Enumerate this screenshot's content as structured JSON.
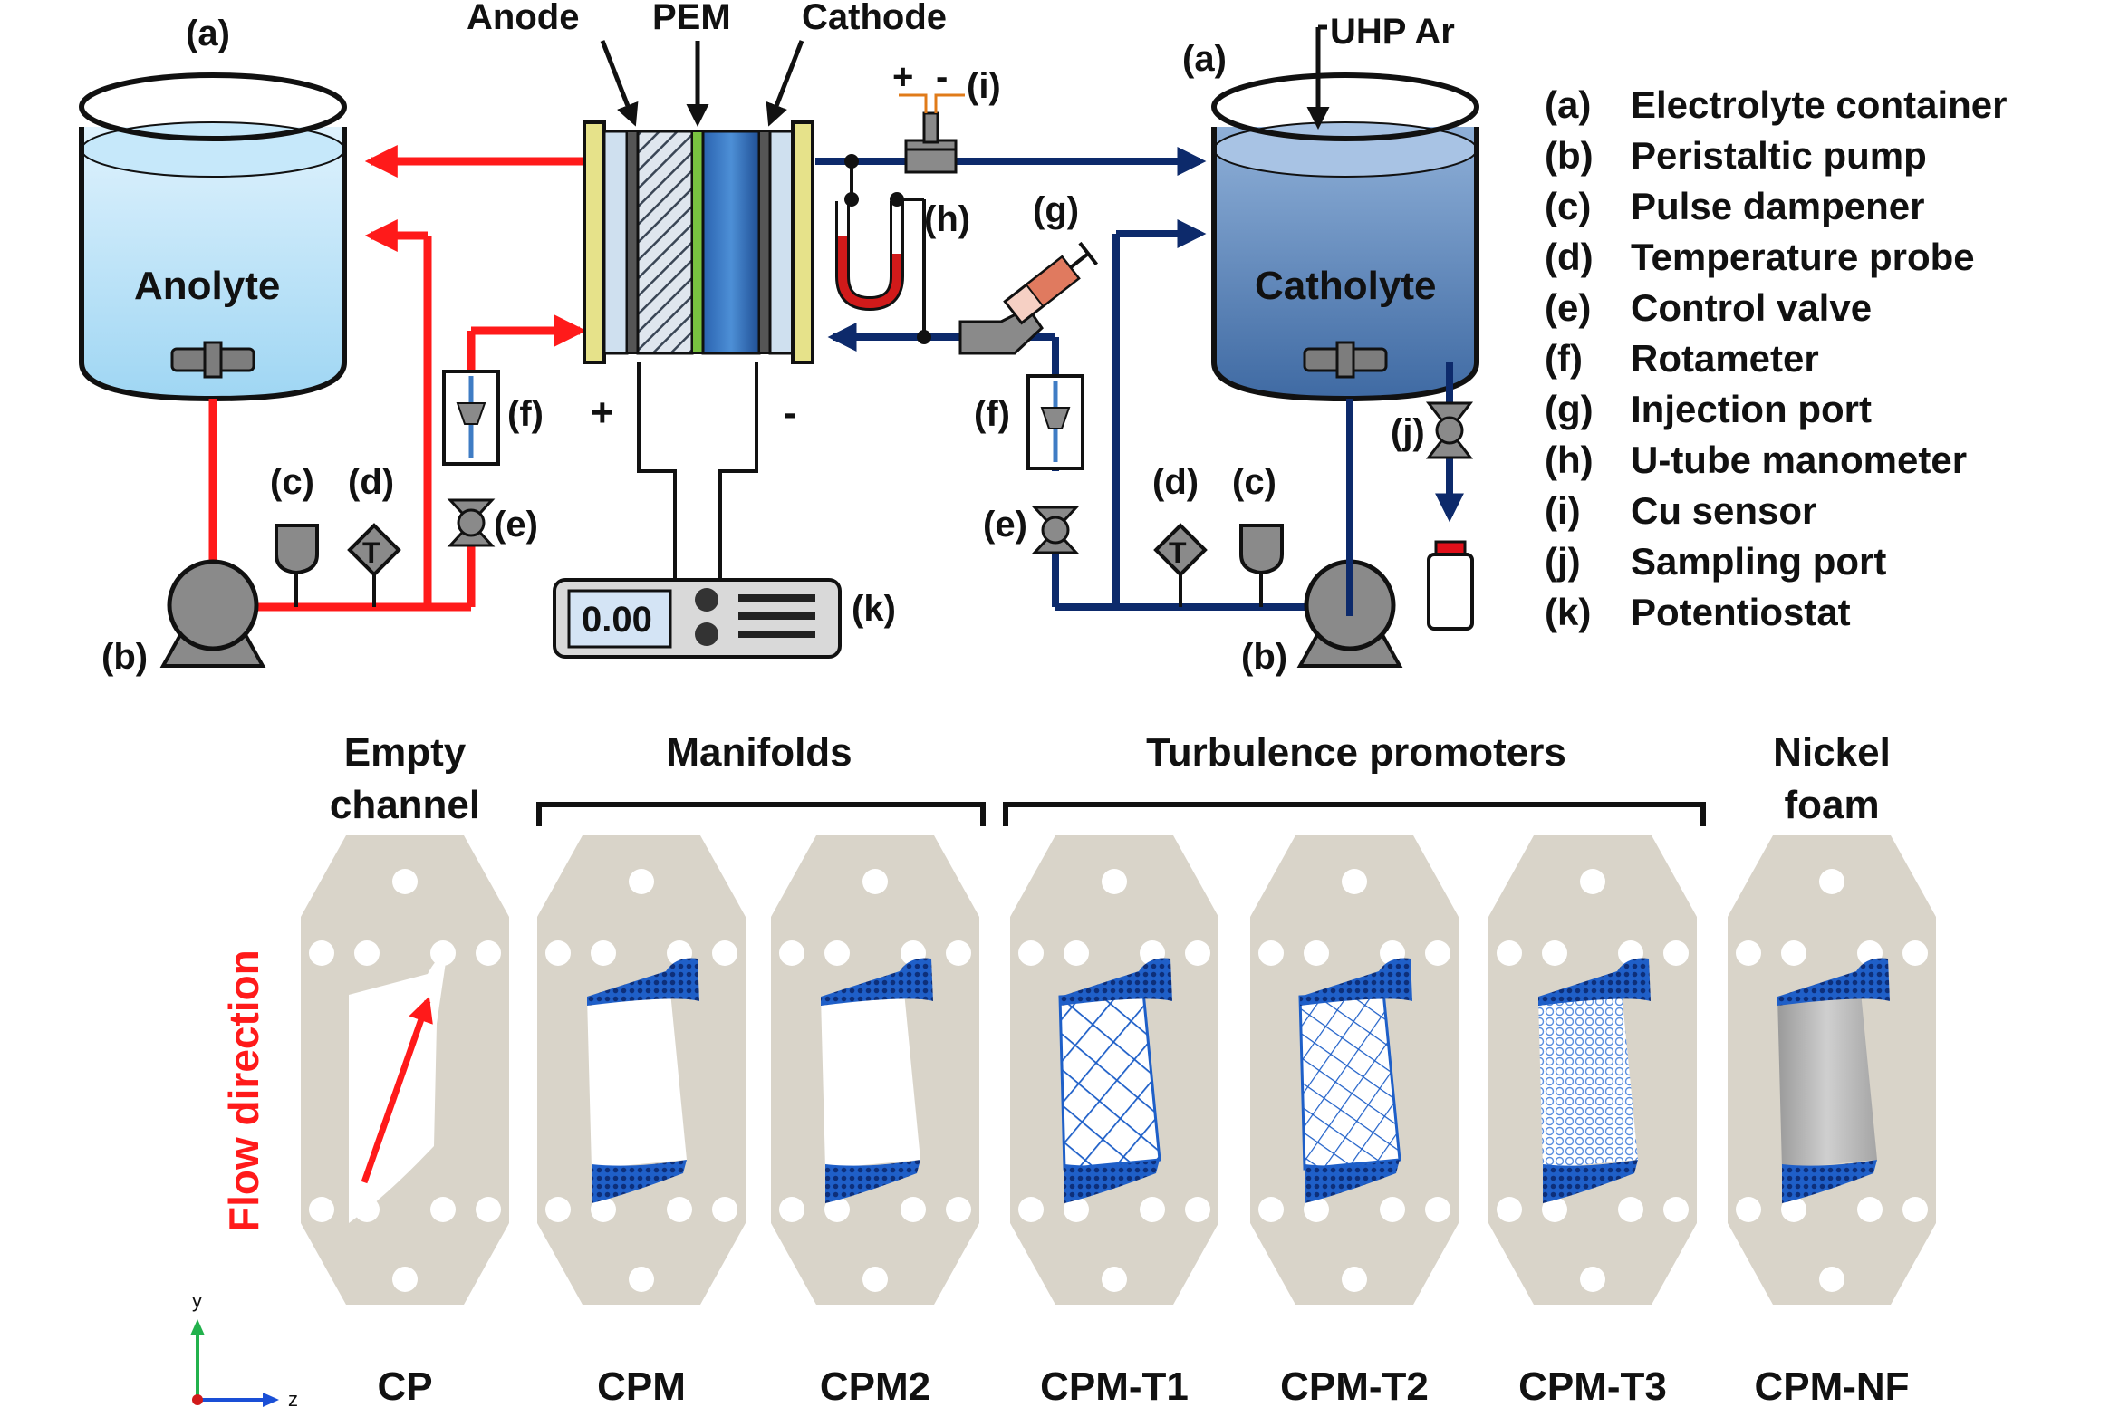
{
  "top": {
    "tanks": {
      "left_letter": "(a)",
      "left_name": "Anolyte",
      "right_letter": "(a)",
      "right_name": "Catholyte",
      "gas": "UHP Ar"
    },
    "cell": {
      "anode": "Anode",
      "pem": "PEM",
      "cathode": "Cathode",
      "plus": "+",
      "minus": "-"
    },
    "components": {
      "b": "(b)",
      "c": "(c)",
      "d": "(d)",
      "e": "(e)",
      "f": "(f)",
      "g": "(g)",
      "h": "(h)",
      "i": "(i)",
      "j": "(j)",
      "k": "(k)",
      "t_symbol": "T",
      "sensor_plus": "+",
      "sensor_minus": "-",
      "potentiostat_display": "0.00"
    },
    "legend": [
      {
        "key": "(a)",
        "label": "Electrolyte container"
      },
      {
        "key": "(b)",
        "label": "Peristaltic pump"
      },
      {
        "key": "(c)",
        "label": "Pulse dampener"
      },
      {
        "key": "(d)",
        "label": "Temperature probe"
      },
      {
        "key": "(e)",
        "label": "Control valve"
      },
      {
        "key": "(f)",
        "label": "Rotameter"
      },
      {
        "key": "(g)",
        "label": "Injection port"
      },
      {
        "key": "(h)",
        "label": "U-tube manometer"
      },
      {
        "key": "(i)",
        "label": "Cu sensor"
      },
      {
        "key": "(j)",
        "label": "Sampling port"
      },
      {
        "key": "(k)",
        "label": "Potentiostat"
      }
    ],
    "colors": {
      "anolyte_line": "#ff1a1a",
      "catholyte_line": "#0d2a6b"
    }
  },
  "bottom": {
    "groups": {
      "empty_1": "Empty",
      "empty_2": "channel",
      "manifolds": "Manifolds",
      "turbulence": "Turbulence promoters",
      "nickel_1": "Nickel",
      "nickel_2": "foam"
    },
    "flow_direction": "Flow direction",
    "axes": {
      "y": "y",
      "z": "z"
    },
    "plates": [
      {
        "id": "CP"
      },
      {
        "id": "CPM"
      },
      {
        "id": "CPM2"
      },
      {
        "id": "CPM-T1"
      },
      {
        "id": "CPM-T2"
      },
      {
        "id": "CPM-T3"
      },
      {
        "id": "CPM-NF"
      }
    ]
  }
}
